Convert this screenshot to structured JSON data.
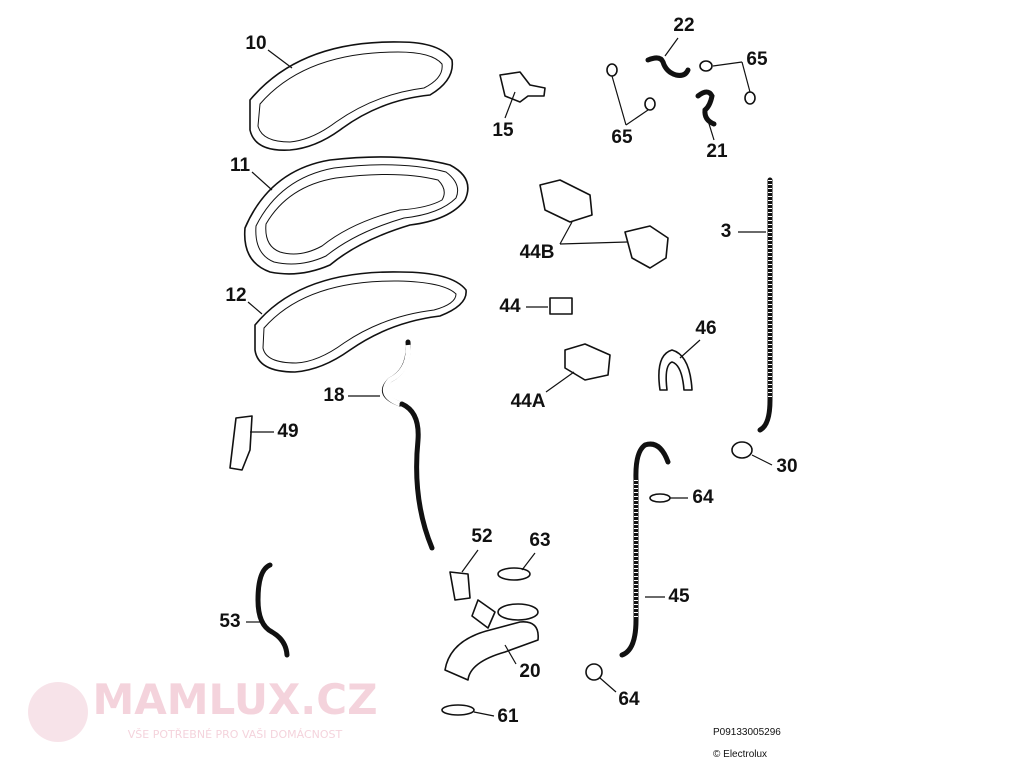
{
  "diagram": {
    "labels": {
      "p10": "10",
      "p11": "11",
      "p12": "12",
      "p15": "15",
      "p22": "22",
      "p65a": "65",
      "p65b": "65",
      "p21": "21",
      "p3": "3",
      "p44b": "44B",
      "p44": "44",
      "p46": "46",
      "p44a": "44A",
      "p18": "18",
      "p49": "49",
      "p30": "30",
      "p64a": "64",
      "p52": "52",
      "p63": "63",
      "p45": "45",
      "p53": "53",
      "p20": "20",
      "p64b": "64",
      "p61": "61"
    },
    "watermark": {
      "brand": "MAMLUX.CZ",
      "tagline": "VŠE POTŘEBNÉ PRO VAŠI DOMÁCNOST"
    },
    "footer": {
      "code": "P09133005296",
      "copyright": "© Electrolux"
    }
  }
}
